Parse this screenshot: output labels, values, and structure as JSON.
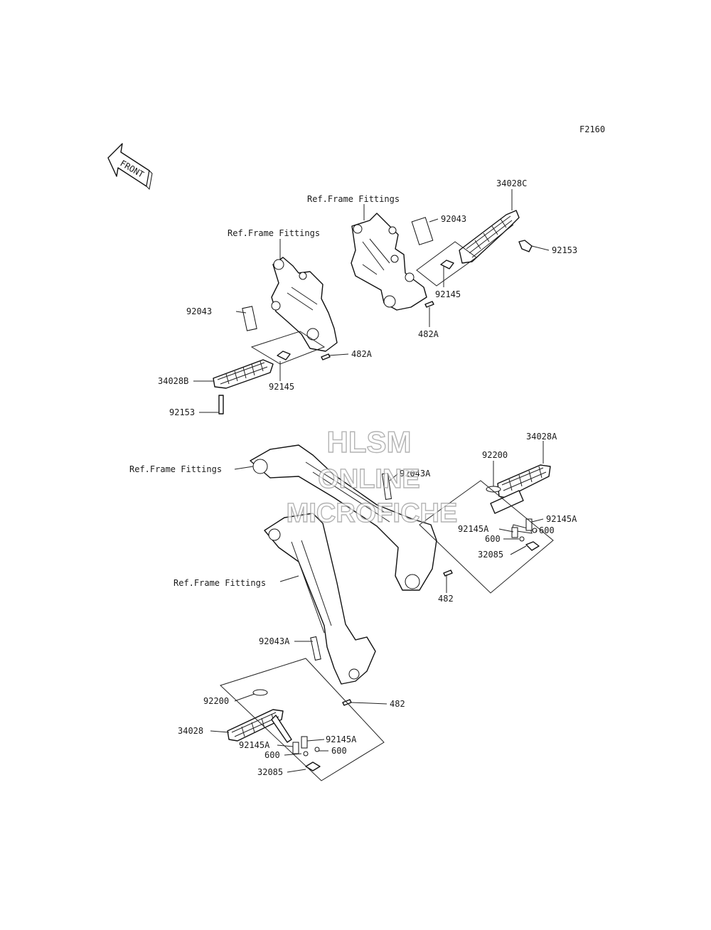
{
  "figure_code": "F2160",
  "front_badge": "FRONT",
  "watermark": {
    "line1": "HLSM",
    "line2": "ONLINE",
    "line3": "MICROFICHE"
  },
  "labels": {
    "ref_frame_1": "Ref.Frame Fittings",
    "ref_frame_2": "Ref.Frame Fittings",
    "ref_frame_3": "Ref.Frame Fittings",
    "ref_frame_4": "Ref.Frame Fittings",
    "p34028C": "34028C",
    "p92043_r": "92043",
    "p92153_r": "92153",
    "p92145_r": "92145",
    "p482A_r": "482A",
    "p92043_l": "92043",
    "p482A_l": "482A",
    "p34028B": "34028B",
    "p92145_l": "92145",
    "p92153_l": "92153",
    "p34028A": "34028A",
    "p92200_r": "92200",
    "p92043A_r": "92043A",
    "p92145A_r1": "92145A",
    "p92145A_r2": "92145A",
    "p600_r1": "600",
    "p600_r2": "600",
    "p32085_r": "32085",
    "p482_r": "482",
    "p92043A_l": "92043A",
    "p482_l": "482",
    "p92200_l": "92200",
    "p34028": "34028",
    "p92145A_l1": "92145A",
    "p92145A_l2": "92145A",
    "p600_l1": "600",
    "p600_l2": "600",
    "p32085_l": "32085"
  }
}
